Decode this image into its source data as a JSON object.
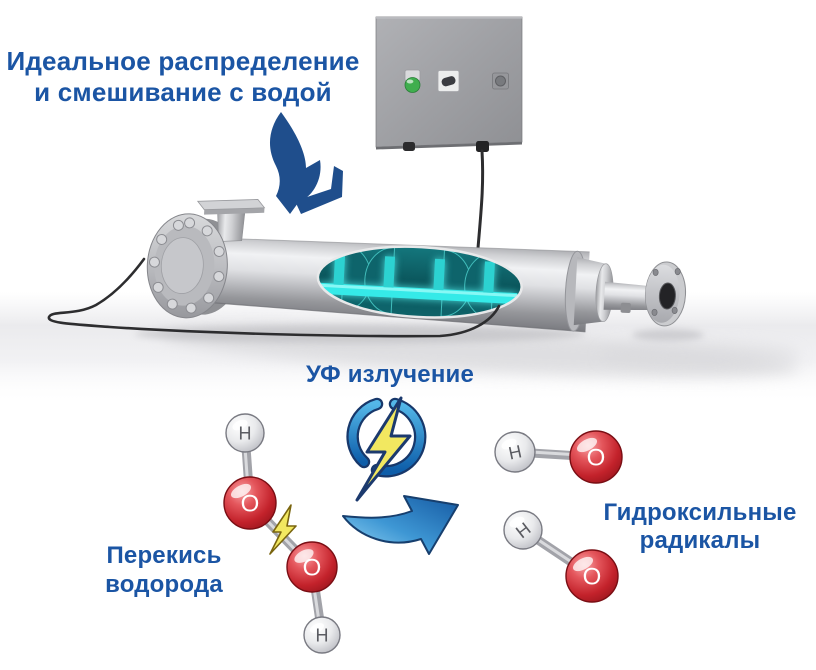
{
  "labels": {
    "heading": {
      "line1": "Идеальное распределение",
      "line2": "и смешивание с водой"
    },
    "uv_radiation": "УФ излучение",
    "hydrogen_peroxide": {
      "line1": "Перекись",
      "line2": "водорода"
    },
    "hydroxyl_radicals": {
      "line1": "Гидроксильные",
      "line2": "радикалы"
    }
  },
  "atoms": {
    "hydrogen": "H",
    "oxygen": "O"
  },
  "icons": {
    "uv_flash": "lightning-bolt-ring-icon",
    "bond_break_flash": "small-lightning-icon",
    "mixing_arrow": "curved-down-arrow-icon",
    "reaction_arrow": "curved-right-arrow-icon"
  },
  "colors": {
    "label_blue": "#1b55a4",
    "arrow_navy": "#1f4e8c",
    "bolt_yellow": "#f2e860",
    "ring_blue_light": "#54b7e8",
    "ring_blue_dark": "#0d5da9",
    "oxygen_red": "#c3222b",
    "hydrogen_gray": "#c6c7cc",
    "lamp_cyan": "#35eae8",
    "mixer_teal": "#0e646b",
    "metal_highlight": "#eff0f2",
    "metal_shadow": "#85868a",
    "box_gray": "#9fa0a4",
    "cable_dark": "#2d2d2f",
    "indicator_green": "#3fae4e"
  }
}
